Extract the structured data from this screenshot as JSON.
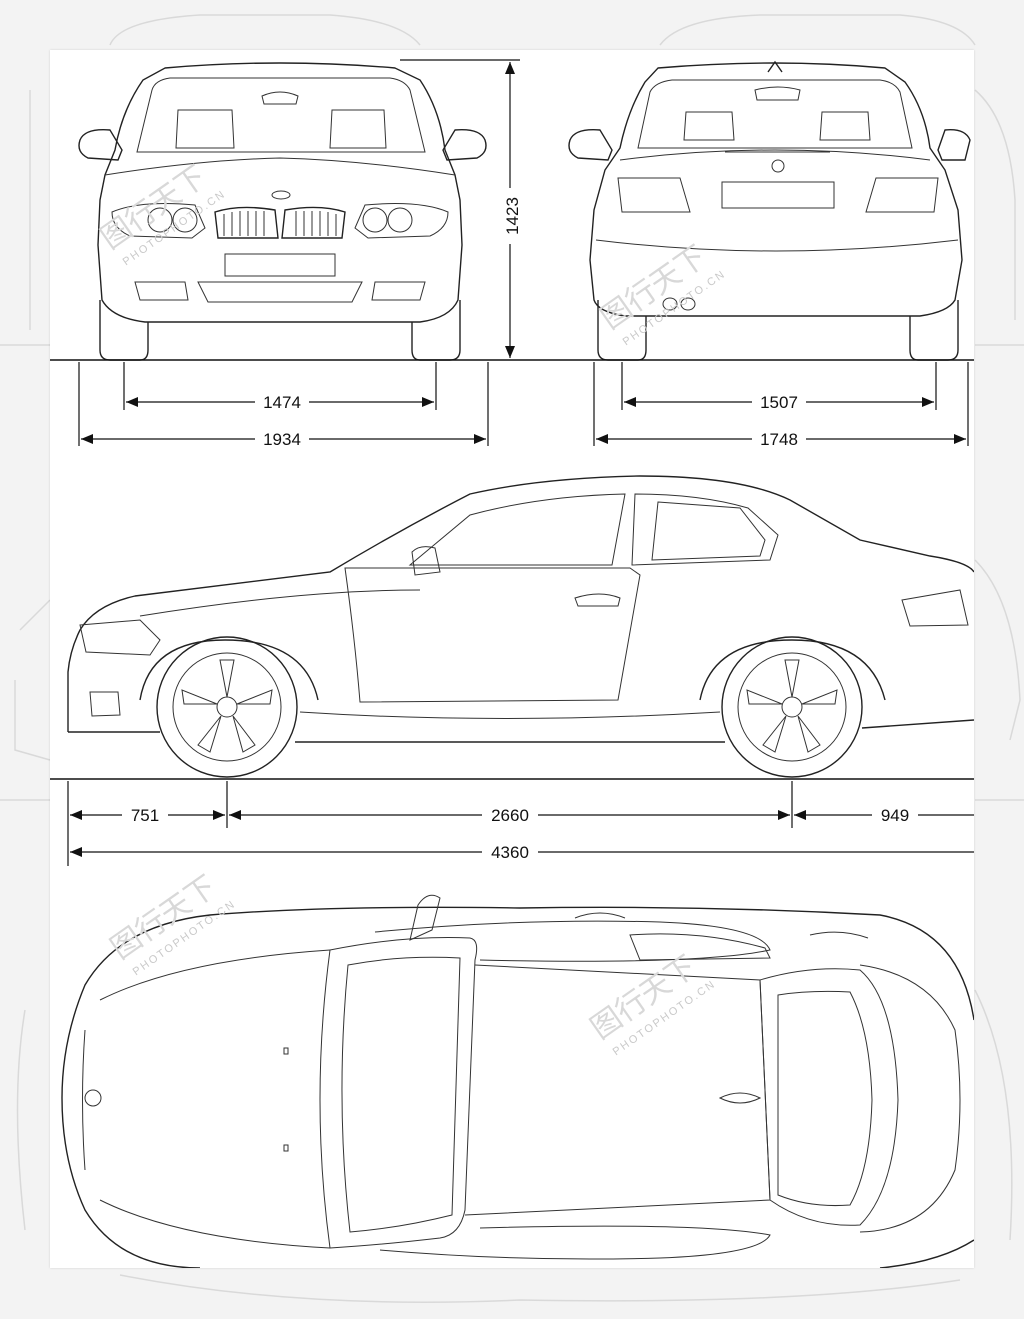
{
  "dimensions": {
    "height": "1423",
    "front_track": "1474",
    "front_width": "1934",
    "rear_track": "1507",
    "rear_width": "1748",
    "front_overhang": "751",
    "wheelbase": "2660",
    "rear_overhang": "949",
    "length": "4360"
  },
  "watermark": {
    "brand": "图行天下",
    "url": "PHOTOPHOTO.CN"
  },
  "colors": {
    "line": "#222222",
    "sheet": "#ffffff",
    "background": "#f3f3f3",
    "ghost": "#d9d9d9"
  }
}
